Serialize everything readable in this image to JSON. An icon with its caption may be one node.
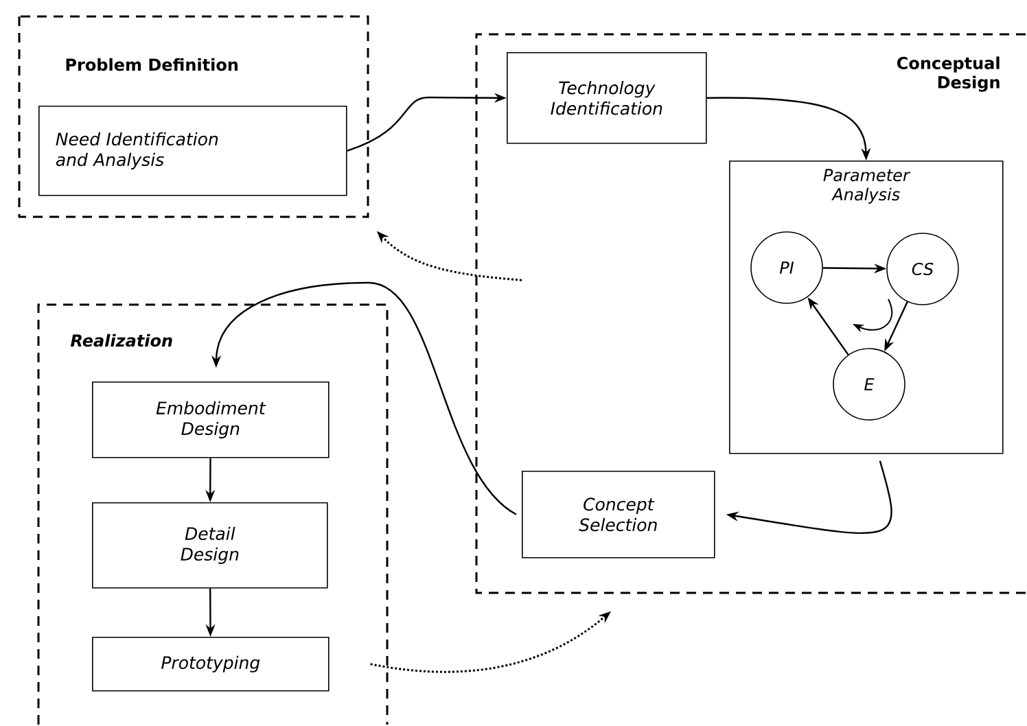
{
  "diagram": {
    "nodes": [
      {
        "text": [
          "Problem Definition"
        ]
      },
      {
        "text": [
          "Need Identification and Analysis"
        ],
        "in": 0
      },
      {
        "text": [
          "Conceptual Design"
        ]
      },
      {
        "text": [
          "Technology Identification"
        ],
        "in": 2
      },
      {
        "text": [
          "Parameter Analysis"
        ],
        "in": 2
      },
      {
        "text": [
          "PI"
        ],
        "in": 4
      },
      {
        "text": [
          "CS"
        ],
        "in": 4
      },
      {
        "text": [
          "E"
        ],
        "in": 4
      },
      {
        "text": [
          "Concept Selection"
        ],
        "in": 2
      },
      {
        "text": [
          "Realization"
        ]
      },
      {
        "text": [
          "Embodiment Design"
        ],
        "in": 9
      },
      {
        "text": [
          "Detail Design"
        ],
        "in": 9
      },
      {
        "text": [
          "Prototyping"
        ],
        "in": 9
      }
    ],
    "edges": [
      {
        "from": 1,
        "to": 3,
        "arrow": "to"
      },
      {
        "from": 3,
        "to": 4,
        "arrow": "to"
      },
      {
        "from": 5,
        "to": 6,
        "arrow": "to"
      },
      {
        "from": 6,
        "to": 7,
        "arrow": "to"
      },
      {
        "from": 7,
        "to": 5,
        "arrow": "to"
      },
      {
        "from": 4,
        "to": 8,
        "arrow": "to"
      },
      {
        "from": 8,
        "to": 10,
        "arrow": "to"
      },
      {
        "from": 2,
        "to": 0,
        "arrow": "to",
        "style": "dashed"
      },
      {
        "from": 10,
        "to": 11,
        "arrow": "to"
      },
      {
        "from": 11,
        "to": 12,
        "arrow": "to"
      },
      {
        "from": 12,
        "to": 2,
        "arrow": "to",
        "style": "dashed"
      }
    ]
  }
}
